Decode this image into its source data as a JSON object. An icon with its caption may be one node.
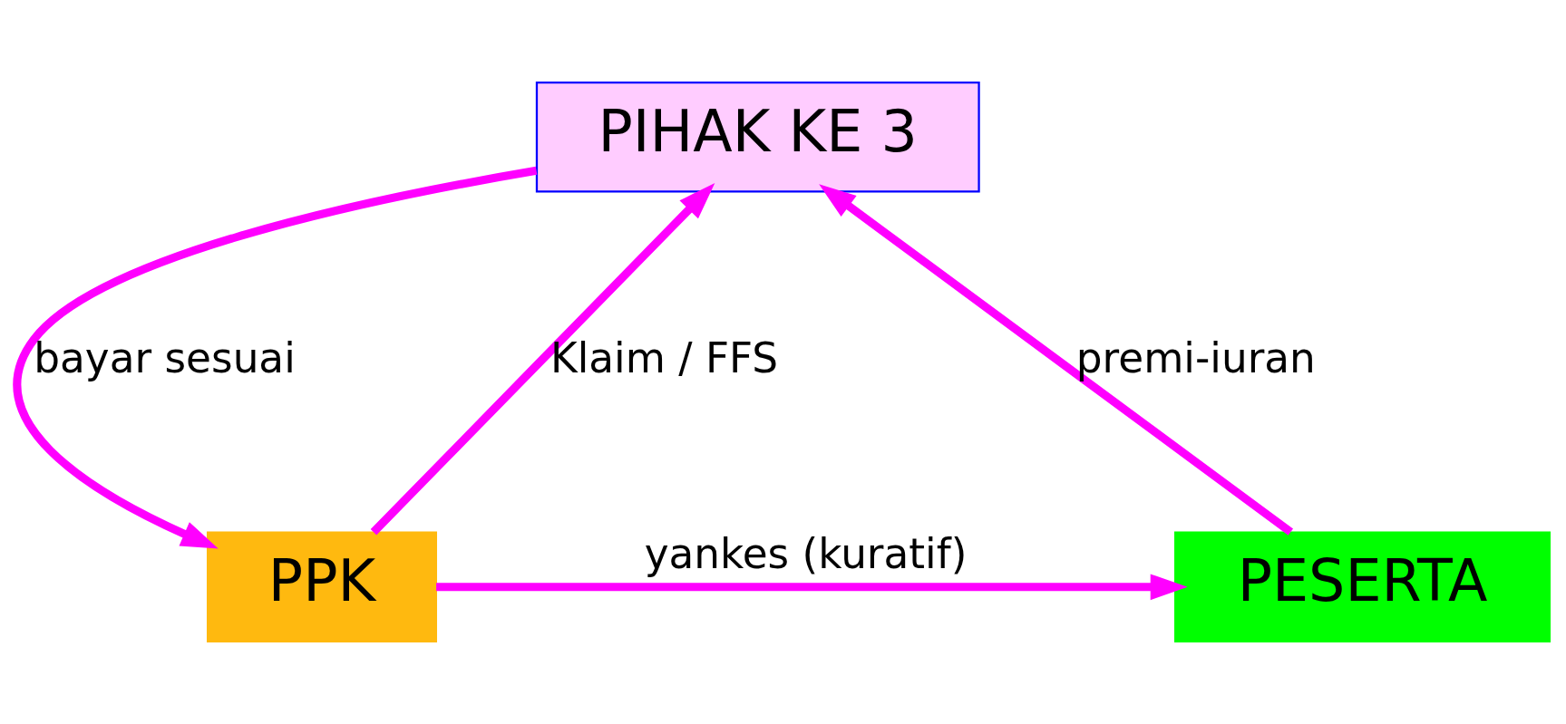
{
  "diagram": {
    "nodes": [
      {
        "text": [
          "PIHAK KE 3"
        ]
      },
      {
        "text": [
          "PESERTA"
        ]
      },
      {
        "text": [
          "PPK"
        ]
      }
    ],
    "edges": [
      {
        "from": 1,
        "to": 0,
        "arrow": "to",
        "label": "premi-iuran"
      },
      {
        "from": 0,
        "to": 2,
        "arrow": "to",
        "label": "bayar sesuai"
      },
      {
        "from": 2,
        "to": 0,
        "arrow": "to",
        "label": "Klaim / FFS"
      },
      {
        "from": 2,
        "to": 1,
        "arrow": "to",
        "label": "yankes (kuratif)"
      }
    ]
  }
}
